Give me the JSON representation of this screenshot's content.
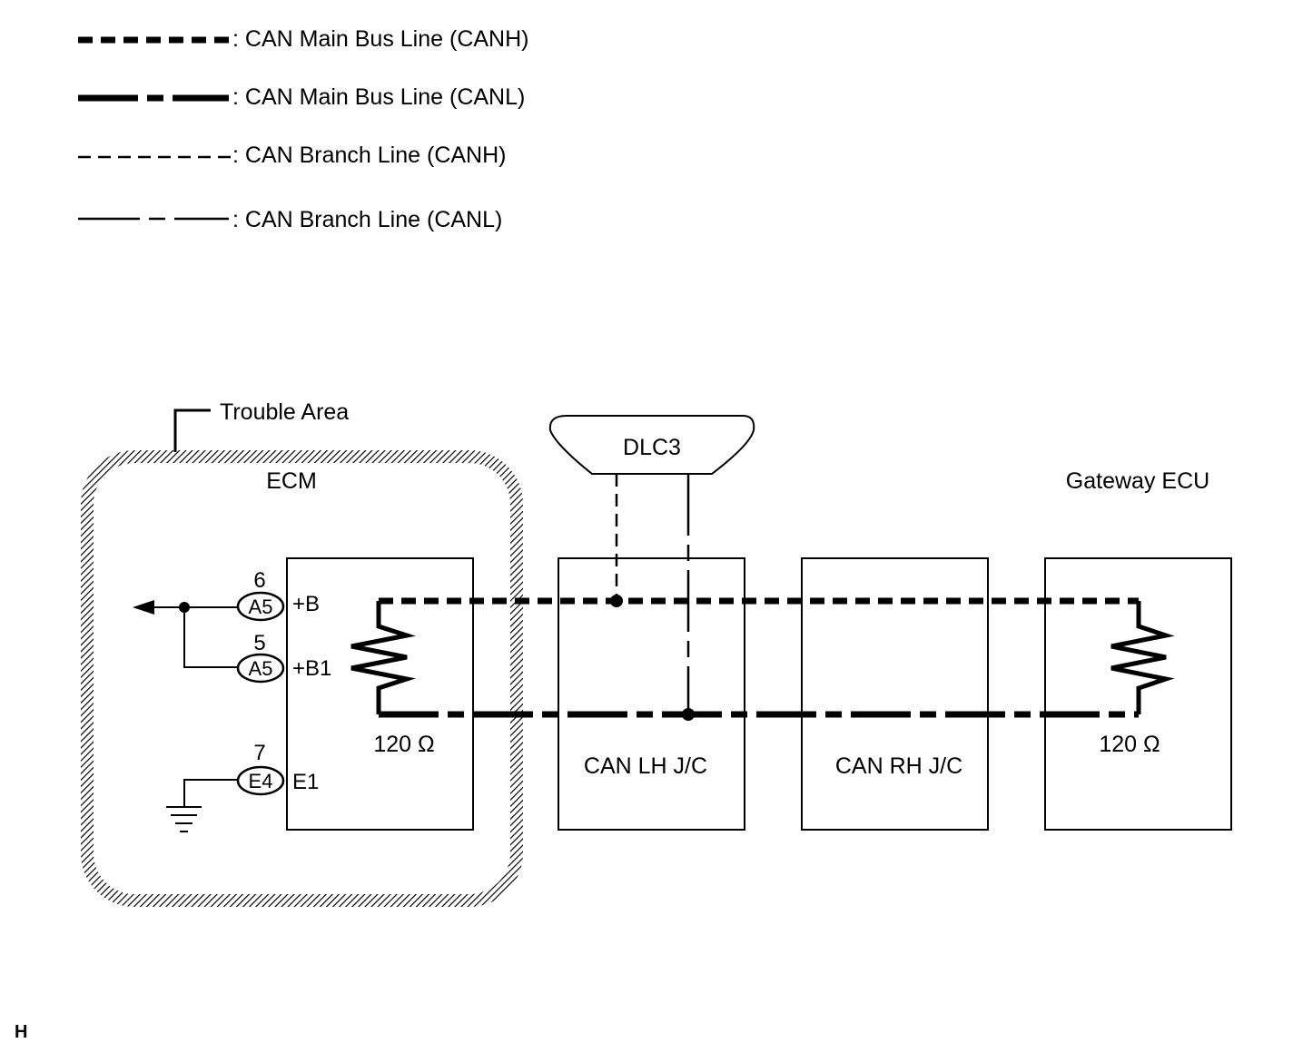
{
  "legend": [
    {
      "label": ": CAN Main Bus Line (CANH)"
    },
    {
      "label": ": CAN Main Bus Line (CANL)"
    },
    {
      "label": ": CAN Branch Line (CANH)"
    },
    {
      "label": ": CAN Branch Line (CANL)"
    }
  ],
  "trouble_area": {
    "label": "Trouble Area"
  },
  "ecm": {
    "title": "ECM",
    "resistor": "120 Ω",
    "pins": [
      {
        "num": "6",
        "connector": "A5",
        "terminal": "+B"
      },
      {
        "num": "5",
        "connector": "A5",
        "terminal": "+B1"
      },
      {
        "num": "7",
        "connector": "E4",
        "terminal": "E1"
      }
    ]
  },
  "dlc3": {
    "label": "DLC3"
  },
  "can_lh": {
    "label": "CAN LH J/C"
  },
  "can_rh": {
    "label": "CAN RH J/C"
  },
  "gateway": {
    "title": "Gateway ECU",
    "resistor": "120 Ω"
  },
  "corner_mark": "H"
}
